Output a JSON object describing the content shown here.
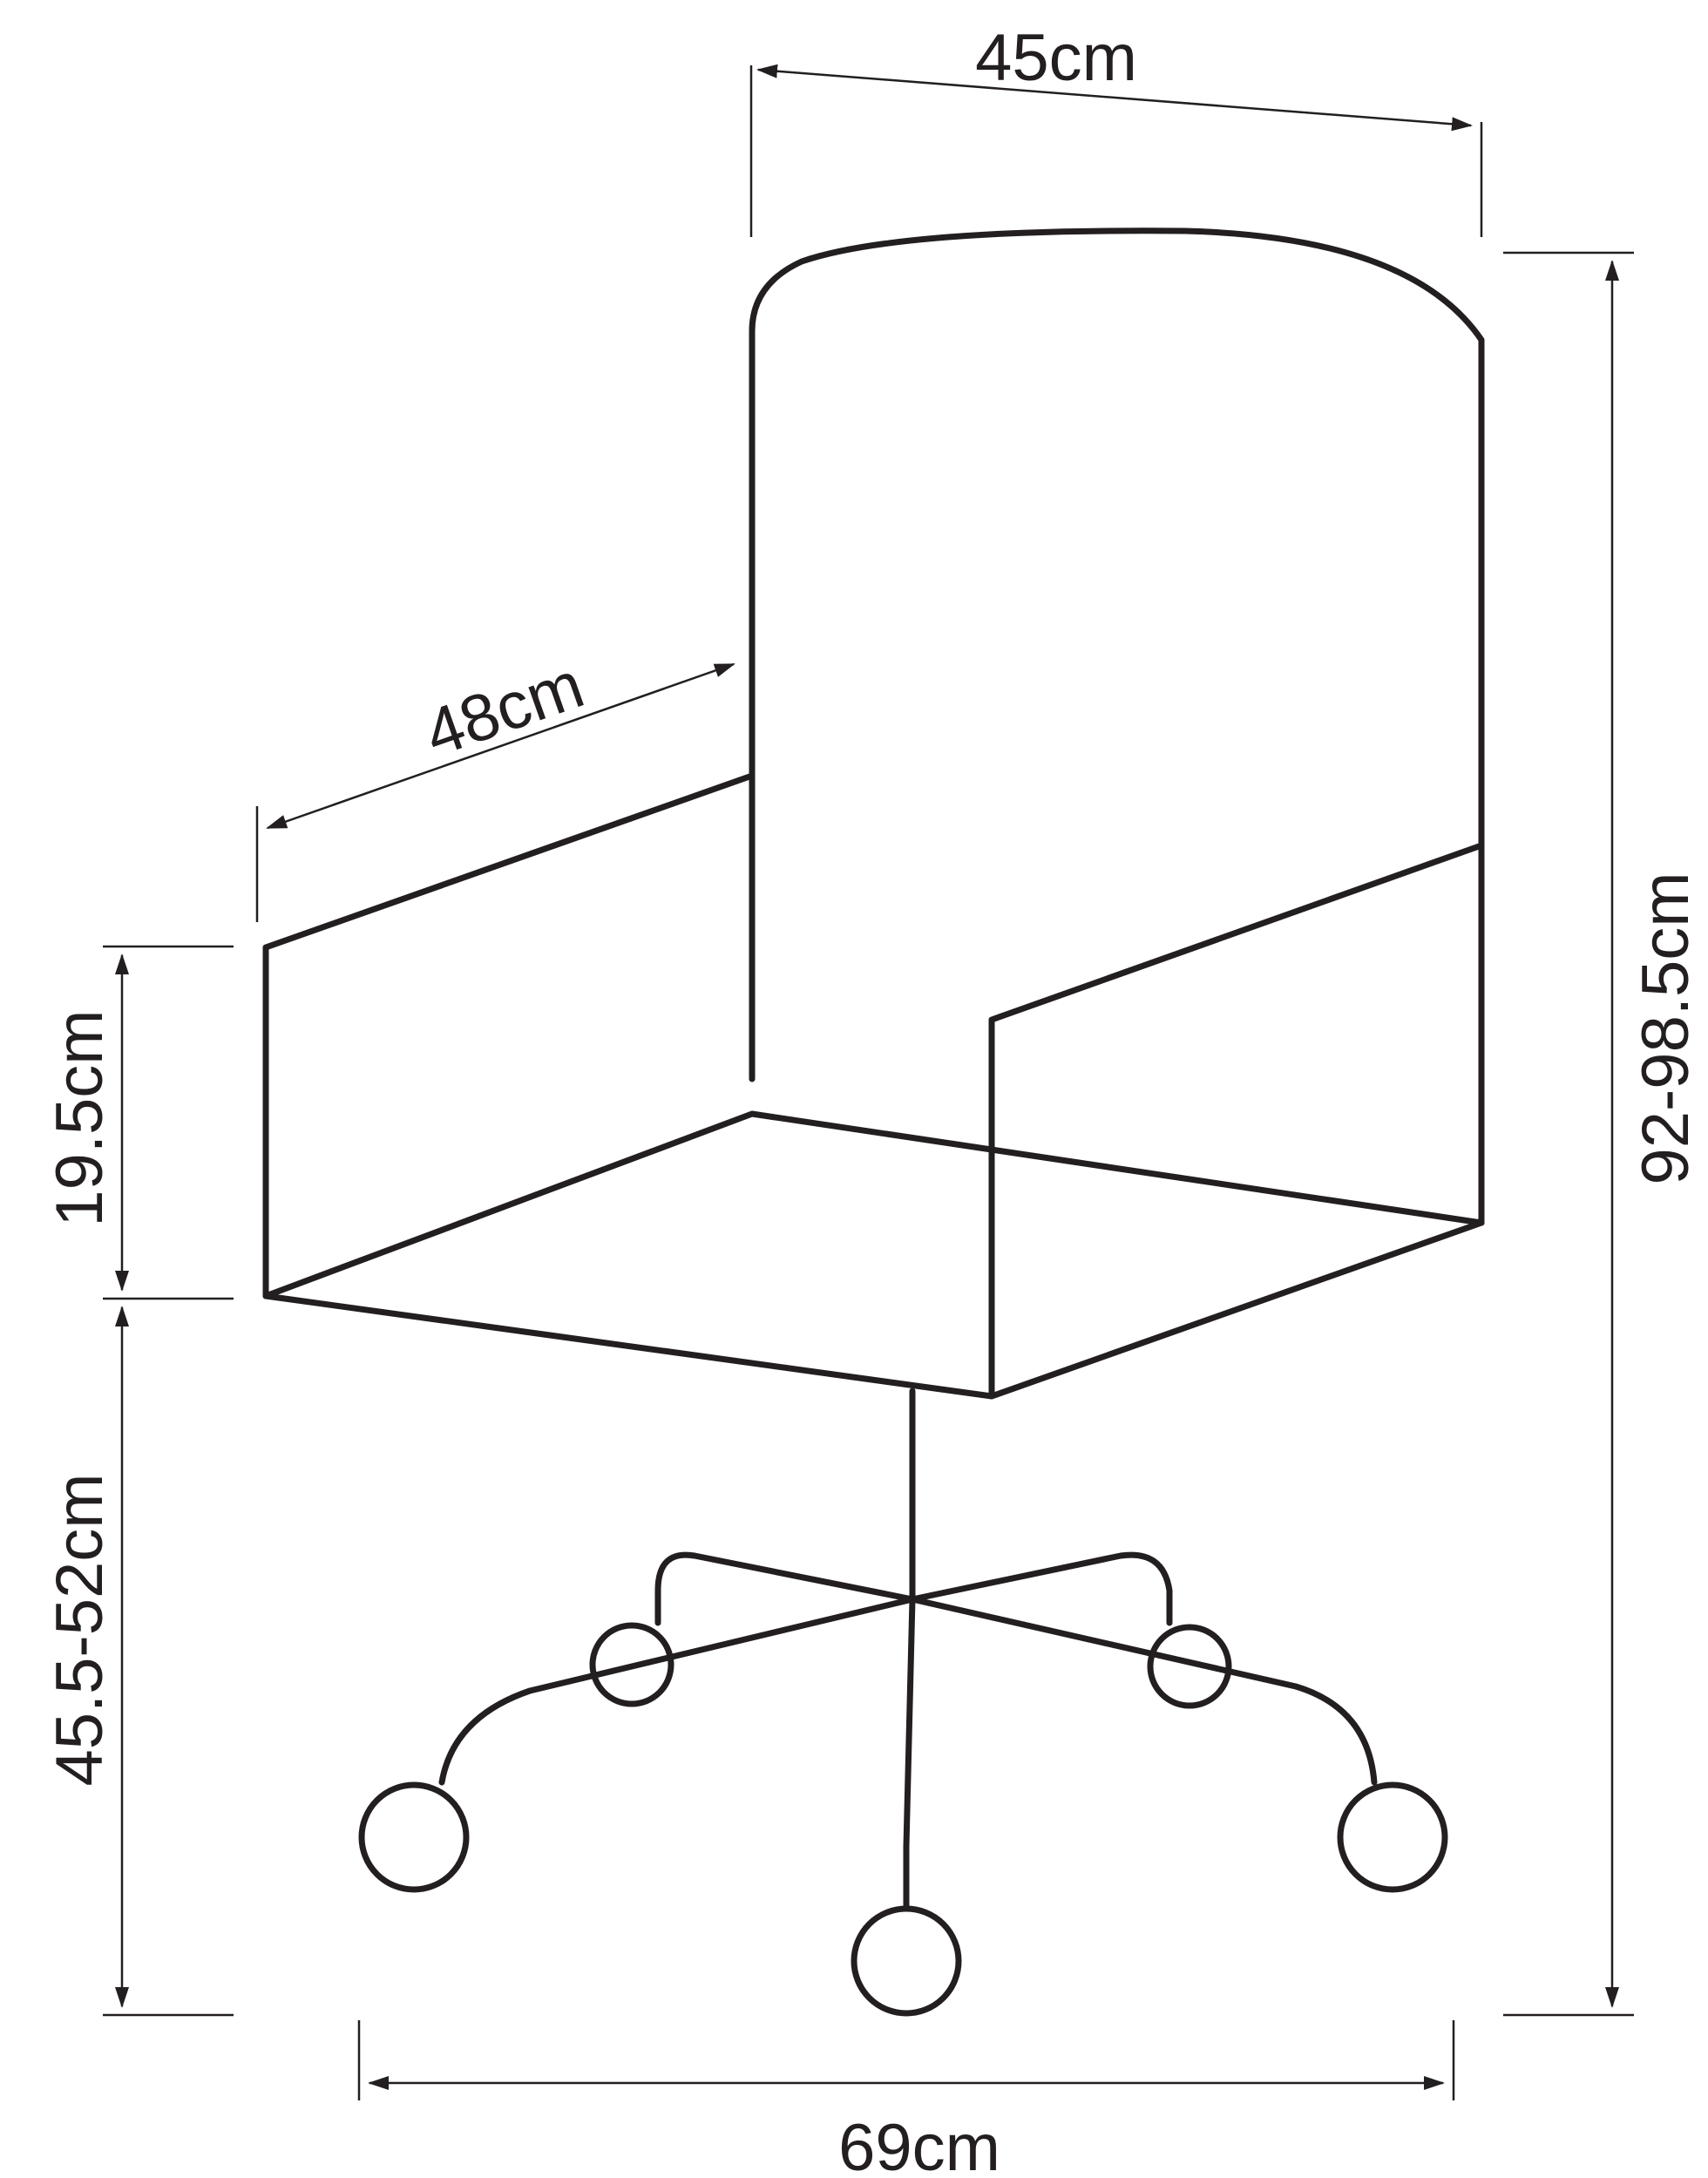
{
  "diagram": {
    "subject": "Office chair dimension drawing",
    "line_color": "#231f20",
    "background": "#ffffff",
    "dimensions": {
      "backrest_width": "45cm",
      "seat_depth": "48cm",
      "armrest_height": "19.5cm",
      "seat_height": "45.5-52cm",
      "total_height": "92-98.5cm",
      "base_width": "69cm"
    }
  }
}
